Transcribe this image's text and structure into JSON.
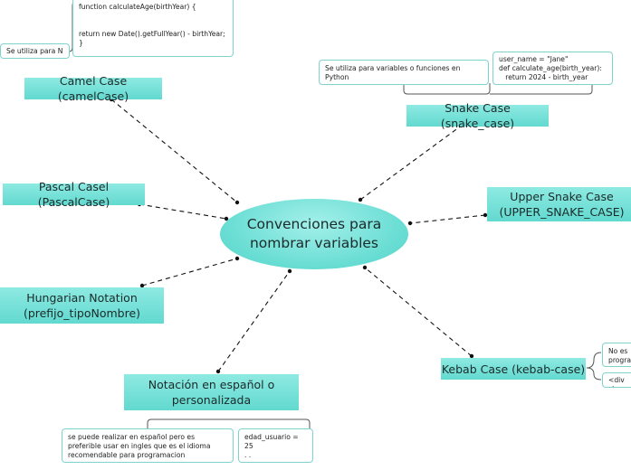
{
  "central": {
    "label": "Convenciones para nombrar variables"
  },
  "topics": {
    "camel": "Camel Case (camelCase)",
    "snake": "Snake Case (snake_case)",
    "pascal": "Pascal Casel (PascalCase)",
    "upper_snake": "Upper Snake Case (UPPER_SNAKE_CASE)",
    "hungarian": "Hungarian Notation (prefijo_tipoNombre)",
    "kebab": "Kebab Case (kebab-case)",
    "spanish": "Notación en español o personalizada"
  },
  "notes": {
    "camel_use": "Se utiliza para N",
    "camel_code": "function calculateAge(birthYear) {\n\n\nreturn new Date().getFullYear() - birthYear;\n}",
    "snake_use": "Se utiliza para variables o funciones en Python",
    "snake_code": "user_name = \"Jane\"\ndef calculate_age(birth_year):\n   return 2024 - birth_year",
    "kebab_use": "No es\nprogra",
    "kebab_code": "<div cl",
    "spanish_use": "se puede realizar en español pero es preferible usar en ingles que es el idioma recomendable para programacion",
    "spanish_code": "edad_usuario = 25\n. ."
  }
}
